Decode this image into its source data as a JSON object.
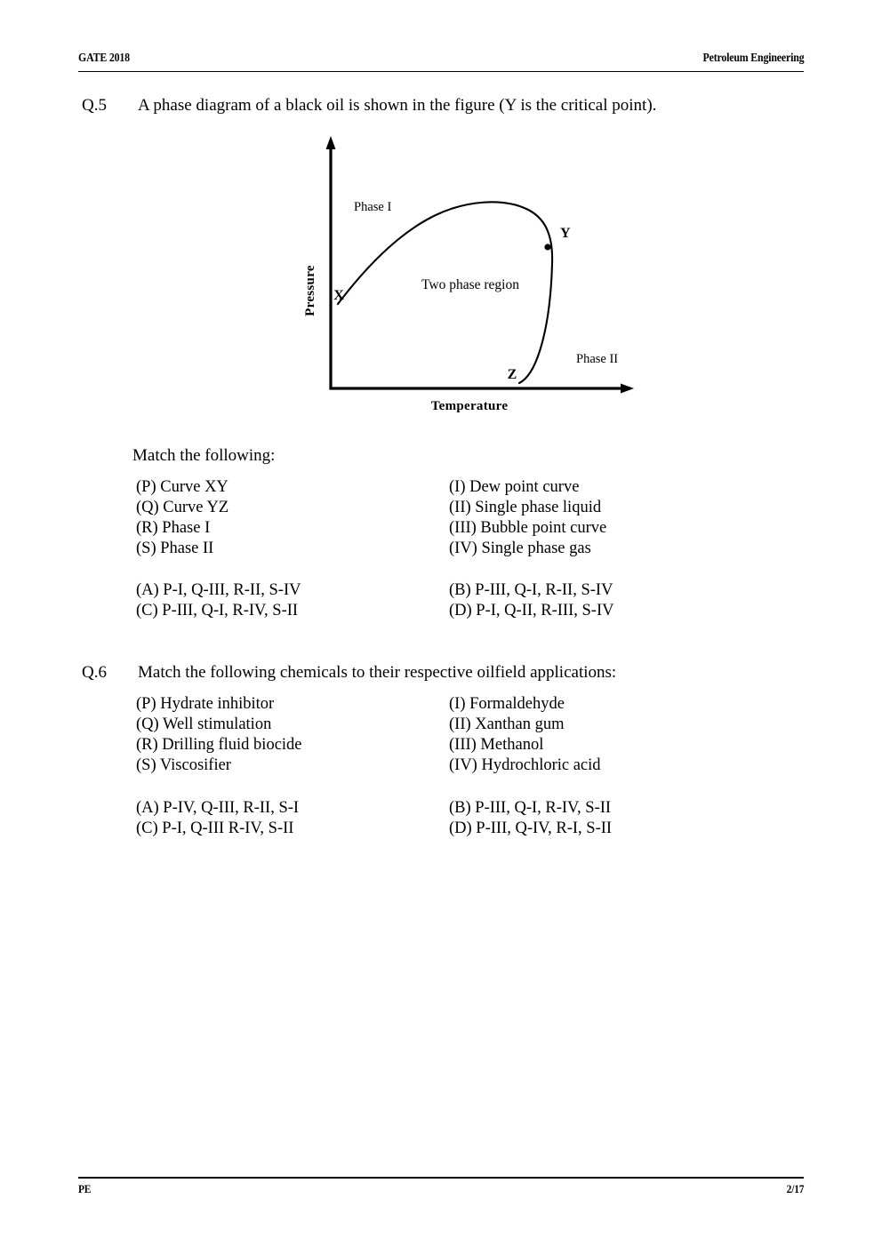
{
  "header": {
    "left": "GATE 2018",
    "right": "Petroleum Engineering"
  },
  "footer": {
    "left": "PE",
    "right": "2/17"
  },
  "questions": [
    {
      "number": "Q.5",
      "text": "A phase diagram of a black oil is shown in the figure (Y is the critical point).",
      "match_label": "Match the following:",
      "left_items": [
        "(P) Curve XY",
        "(Q) Curve YZ",
        "(R) Phase I",
        "(S) Phase II"
      ],
      "right_items": [
        "(I)  Dew point curve",
        "(II) Single phase liquid",
        "(III) Bubble point curve",
        "(IV) Single phase gas"
      ],
      "options_left": [
        "(A) P-I, Q-III, R-II, S-IV",
        "(C)  P-III, Q-I, R-IV, S-II"
      ],
      "options_right": [
        "(B) P-III, Q-I, R-II, S-IV",
        "(D)  P-I, Q-II, R-III, S-IV"
      ]
    },
    {
      "number": "Q.6",
      "text": "Match the following chemicals to their respective oilfield applications:",
      "left_items": [
        "(P) Hydrate inhibitor",
        "(Q) Well stimulation",
        "(R) Drilling fluid biocide",
        "(S) Viscosifier"
      ],
      "right_items": [
        "(I)   Formaldehyde",
        "(II)  Xanthan gum",
        "(III) Methanol",
        "(IV) Hydrochloric acid"
      ],
      "options_left": [
        "(A) P-IV, Q-III, R-II, S-I",
        "(C) P-I, Q-III R-IV, S-II"
      ],
      "options_right": [
        "(B) P-III, Q-I, R-IV, S-II",
        "(D) P-III, Q-IV, R-I, S-II"
      ]
    }
  ],
  "figure": {
    "y_axis_label": "Pressure",
    "x_axis_label": "Temperature",
    "region_label": "Two phase region",
    "phase_one_label": "Phase I",
    "phase_two_label": "Phase II",
    "point_x": "X",
    "point_y": "Y",
    "point_z": "Z",
    "stroke_color": "#000000"
  }
}
